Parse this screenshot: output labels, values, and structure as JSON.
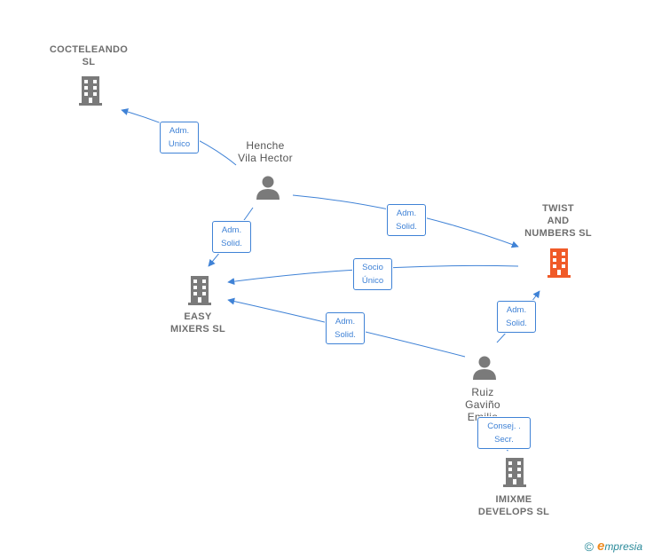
{
  "nodes": {
    "cocteleando": {
      "label": "COCTELEANDO\nSL",
      "type": "company",
      "color": "#7a7a7a"
    },
    "henche": {
      "label": "Henche\nVila Hector",
      "type": "person",
      "color": "#7a7a7a"
    },
    "twist": {
      "label": "TWIST\nAND\nNUMBERS  SL",
      "type": "company",
      "color": "#f05a28"
    },
    "easy": {
      "label": "EASY\nMIXERS  SL",
      "type": "company",
      "color": "#7a7a7a"
    },
    "ruiz": {
      "label": "Ruiz\nGaviño\nEmilio",
      "type": "person",
      "color": "#7a7a7a"
    },
    "imixme": {
      "label": "IMIXME\nDEVELOPS SL",
      "type": "company",
      "color": "#7a7a7a"
    }
  },
  "relations": [
    {
      "id": "rel1",
      "label": "Adm.\nUnico"
    },
    {
      "id": "rel2",
      "label": "Adm.\nSolid."
    },
    {
      "id": "rel3",
      "label": "Adm.\nSolid."
    },
    {
      "id": "rel4",
      "label": "Socio\nÚnico"
    },
    {
      "id": "rel5",
      "label": "Adm.\nSolid."
    },
    {
      "id": "rel6",
      "label": "Adm.\nSolid."
    },
    {
      "id": "rel7",
      "label": "Consej. .\nSecr."
    }
  ],
  "footer": {
    "copyright": "©",
    "brand_initial": "e",
    "brand_rest": "mpresia"
  },
  "colors": {
    "edge": "#3f82d6",
    "highlight": "#f05a28",
    "neutral": "#7a7a7a"
  }
}
